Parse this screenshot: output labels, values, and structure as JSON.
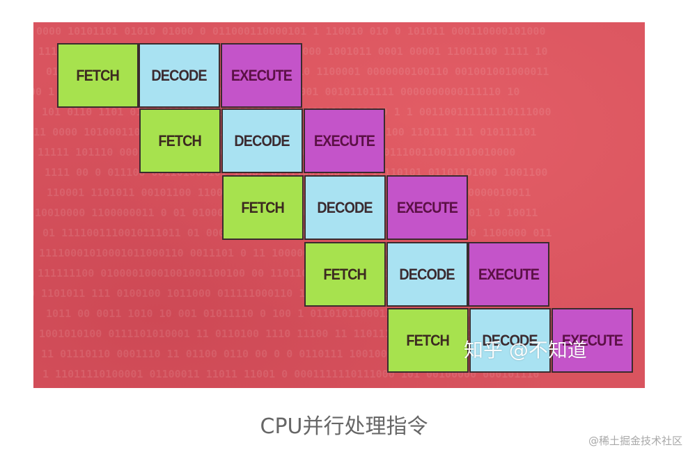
{
  "diagram": {
    "stages": [
      "FETCH",
      "DECODE",
      "EXECUTE"
    ],
    "instruction_rows": 5,
    "colors": {
      "background": "#d9545f",
      "fetch": "#a7e24e",
      "decode": "#a9e2f2",
      "execute": "#c454c9",
      "border": "#3a2b2e"
    },
    "watermark": "知乎 @不知道"
  },
  "caption": "CPU并行处理指令",
  "site_mark": "@稀土掘金技术社区"
}
